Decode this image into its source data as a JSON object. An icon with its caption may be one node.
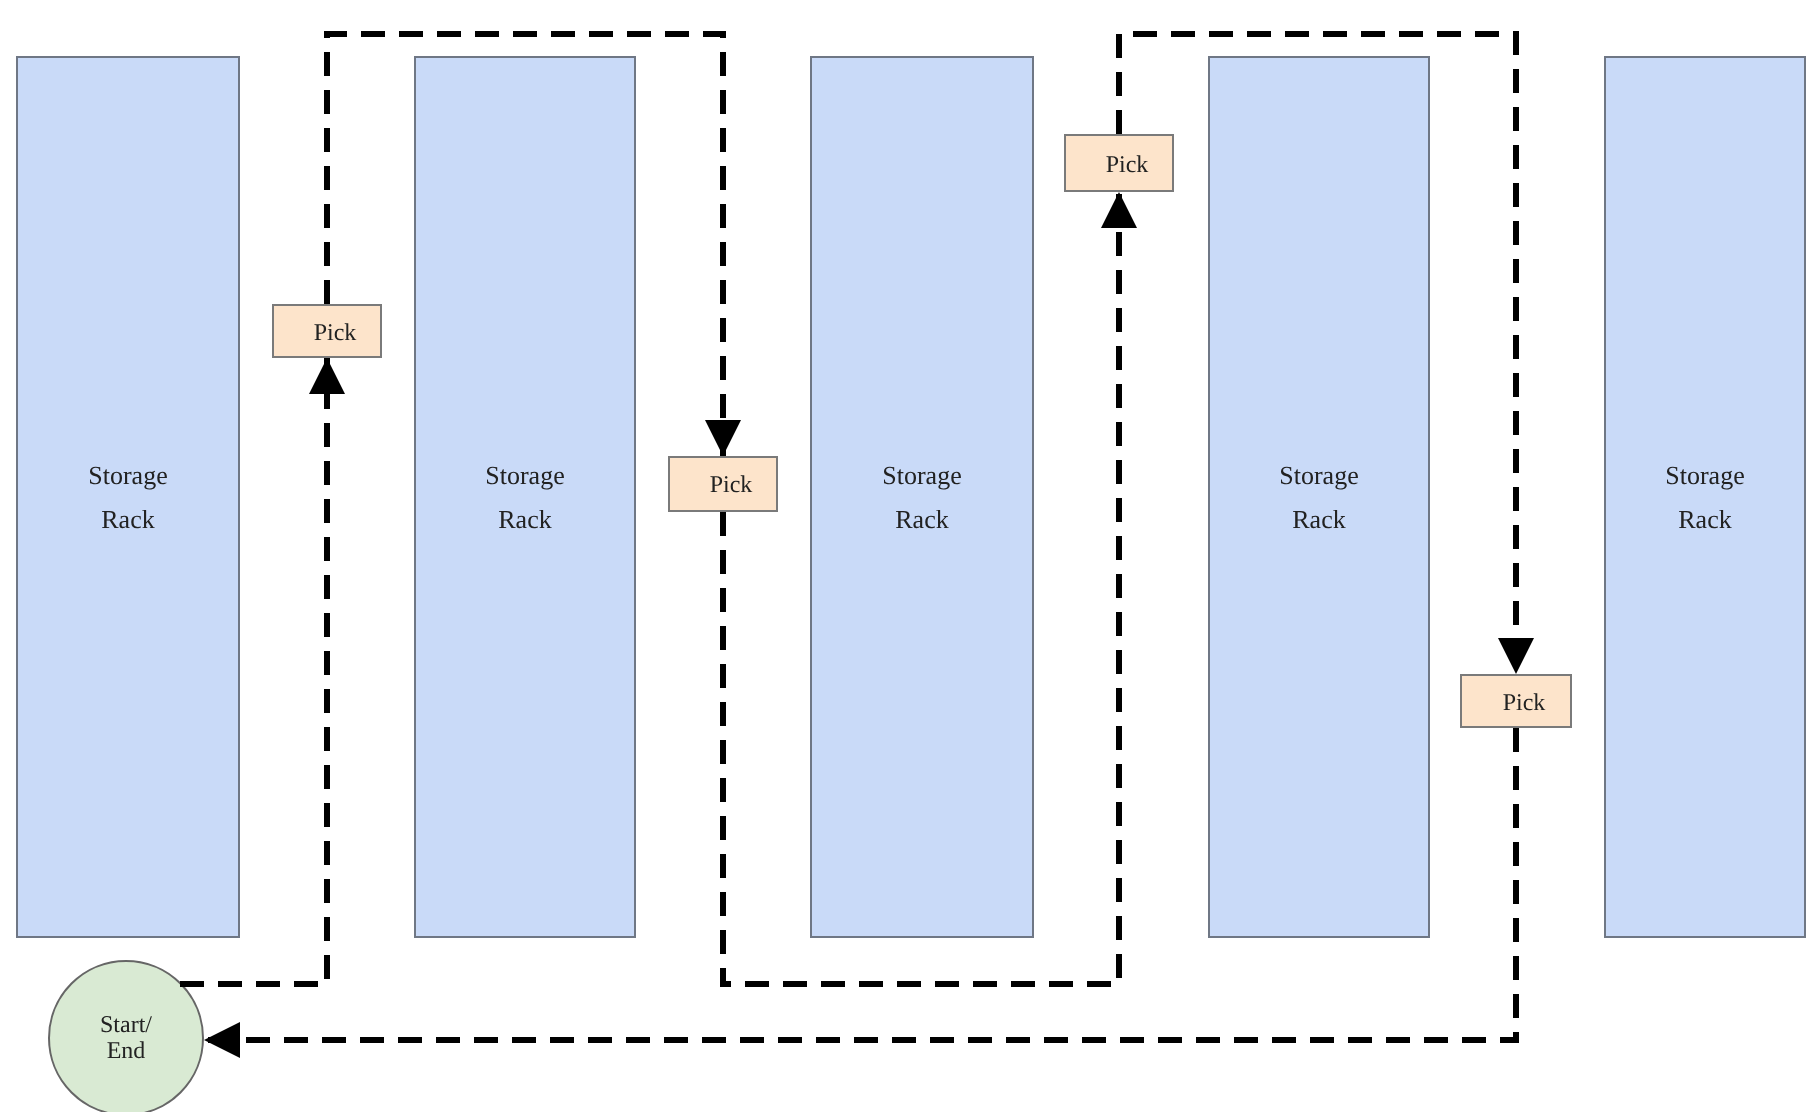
{
  "diagram": {
    "nodes": [
      {
        "text": [
          "Storage Rack"
        ]
      },
      {
        "text": [
          "Storage Rack"
        ]
      },
      {
        "text": [
          "Storage Rack"
        ]
      },
      {
        "text": [
          "Storage Rack"
        ]
      },
      {
        "text": [
          "Storage Rack"
        ]
      },
      {
        "text": [
          "Pick"
        ]
      },
      {
        "text": [
          "Pick"
        ]
      },
      {
        "text": [
          "Pick"
        ]
      },
      {
        "text": [
          "Pick"
        ]
      },
      {
        "text": [
          "Start/ End"
        ]
      }
    ],
    "edges": [
      {
        "from": 9,
        "to": 5,
        "arrow": "to",
        "style": "dashed"
      },
      {
        "from": 5,
        "to": 6,
        "arrow": "to",
        "style": "dashed"
      },
      {
        "from": 6,
        "to": 7,
        "arrow": "to",
        "style": "dashed"
      },
      {
        "from": 7,
        "to": 8,
        "arrow": "to",
        "style": "dashed"
      },
      {
        "from": 8,
        "to": 9,
        "arrow": "to",
        "style": "dashed"
      }
    ]
  }
}
